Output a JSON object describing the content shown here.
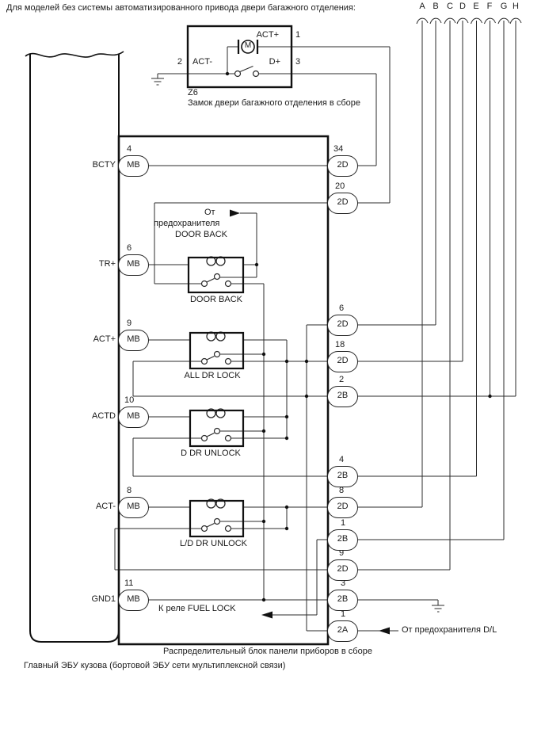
{
  "note_top": "Для моделей без системы автоматизированного привода двери багажного отделения:",
  "wire_letters": [
    "A",
    "B",
    "C",
    "D",
    "E",
    "F",
    "G",
    "H"
  ],
  "z6": {
    "id": "Z6",
    "name": "Замок двери багажного отделения в сборе",
    "motor": "M",
    "pins": [
      {
        "num": "1",
        "label": "ACT+"
      },
      {
        "num": "2",
        "label": "ACT-"
      },
      {
        "num": "3",
        "label": "D+"
      }
    ]
  },
  "ecu": {
    "label": "Главный ЭБУ кузова (бортовой ЭБУ сети мультиплексной связи)",
    "pins": [
      {
        "signal": "BCTY",
        "num": "4",
        "conn": "MB"
      },
      {
        "signal": "TR+",
        "num": "6",
        "conn": "MB"
      },
      {
        "signal": "ACT+",
        "num": "9",
        "conn": "MB"
      },
      {
        "signal": "ACTD",
        "num": "10",
        "conn": "MB"
      },
      {
        "signal": "ACT-",
        "num": "8",
        "conn": "MB"
      },
      {
        "signal": "GND1",
        "num": "11",
        "conn": "MB"
      }
    ]
  },
  "junction_block": {
    "label": "Распределительный блок панели приборов в сборе",
    "right_pins": [
      {
        "num": "34",
        "conn": "2D"
      },
      {
        "num": "20",
        "conn": "2D"
      },
      {
        "num": "6",
        "conn": "2D"
      },
      {
        "num": "18",
        "conn": "2D"
      },
      {
        "num": "2",
        "conn": "2B"
      },
      {
        "num": "4",
        "conn": "2B"
      },
      {
        "num": "8",
        "conn": "2D"
      },
      {
        "num": "1",
        "conn": "2B"
      },
      {
        "num": "9",
        "conn": "2D"
      },
      {
        "num": "3",
        "conn": "2B"
      },
      {
        "num": "1",
        "conn": "2A"
      }
    ]
  },
  "relays": [
    {
      "label": "DOOR BACK"
    },
    {
      "label": "ALL DR LOCK"
    },
    {
      "label": "D DR UNLOCK"
    },
    {
      "label": "L/D DR UNLOCK"
    }
  ],
  "notes": {
    "fuse_door_back_1": "От",
    "fuse_door_back_2": "предохранителя",
    "fuse_door_back_3": "DOOR BACK",
    "fuel_lock": "К реле FUEL LOCK",
    "fuse_dl": "От предохранителя D/L"
  }
}
